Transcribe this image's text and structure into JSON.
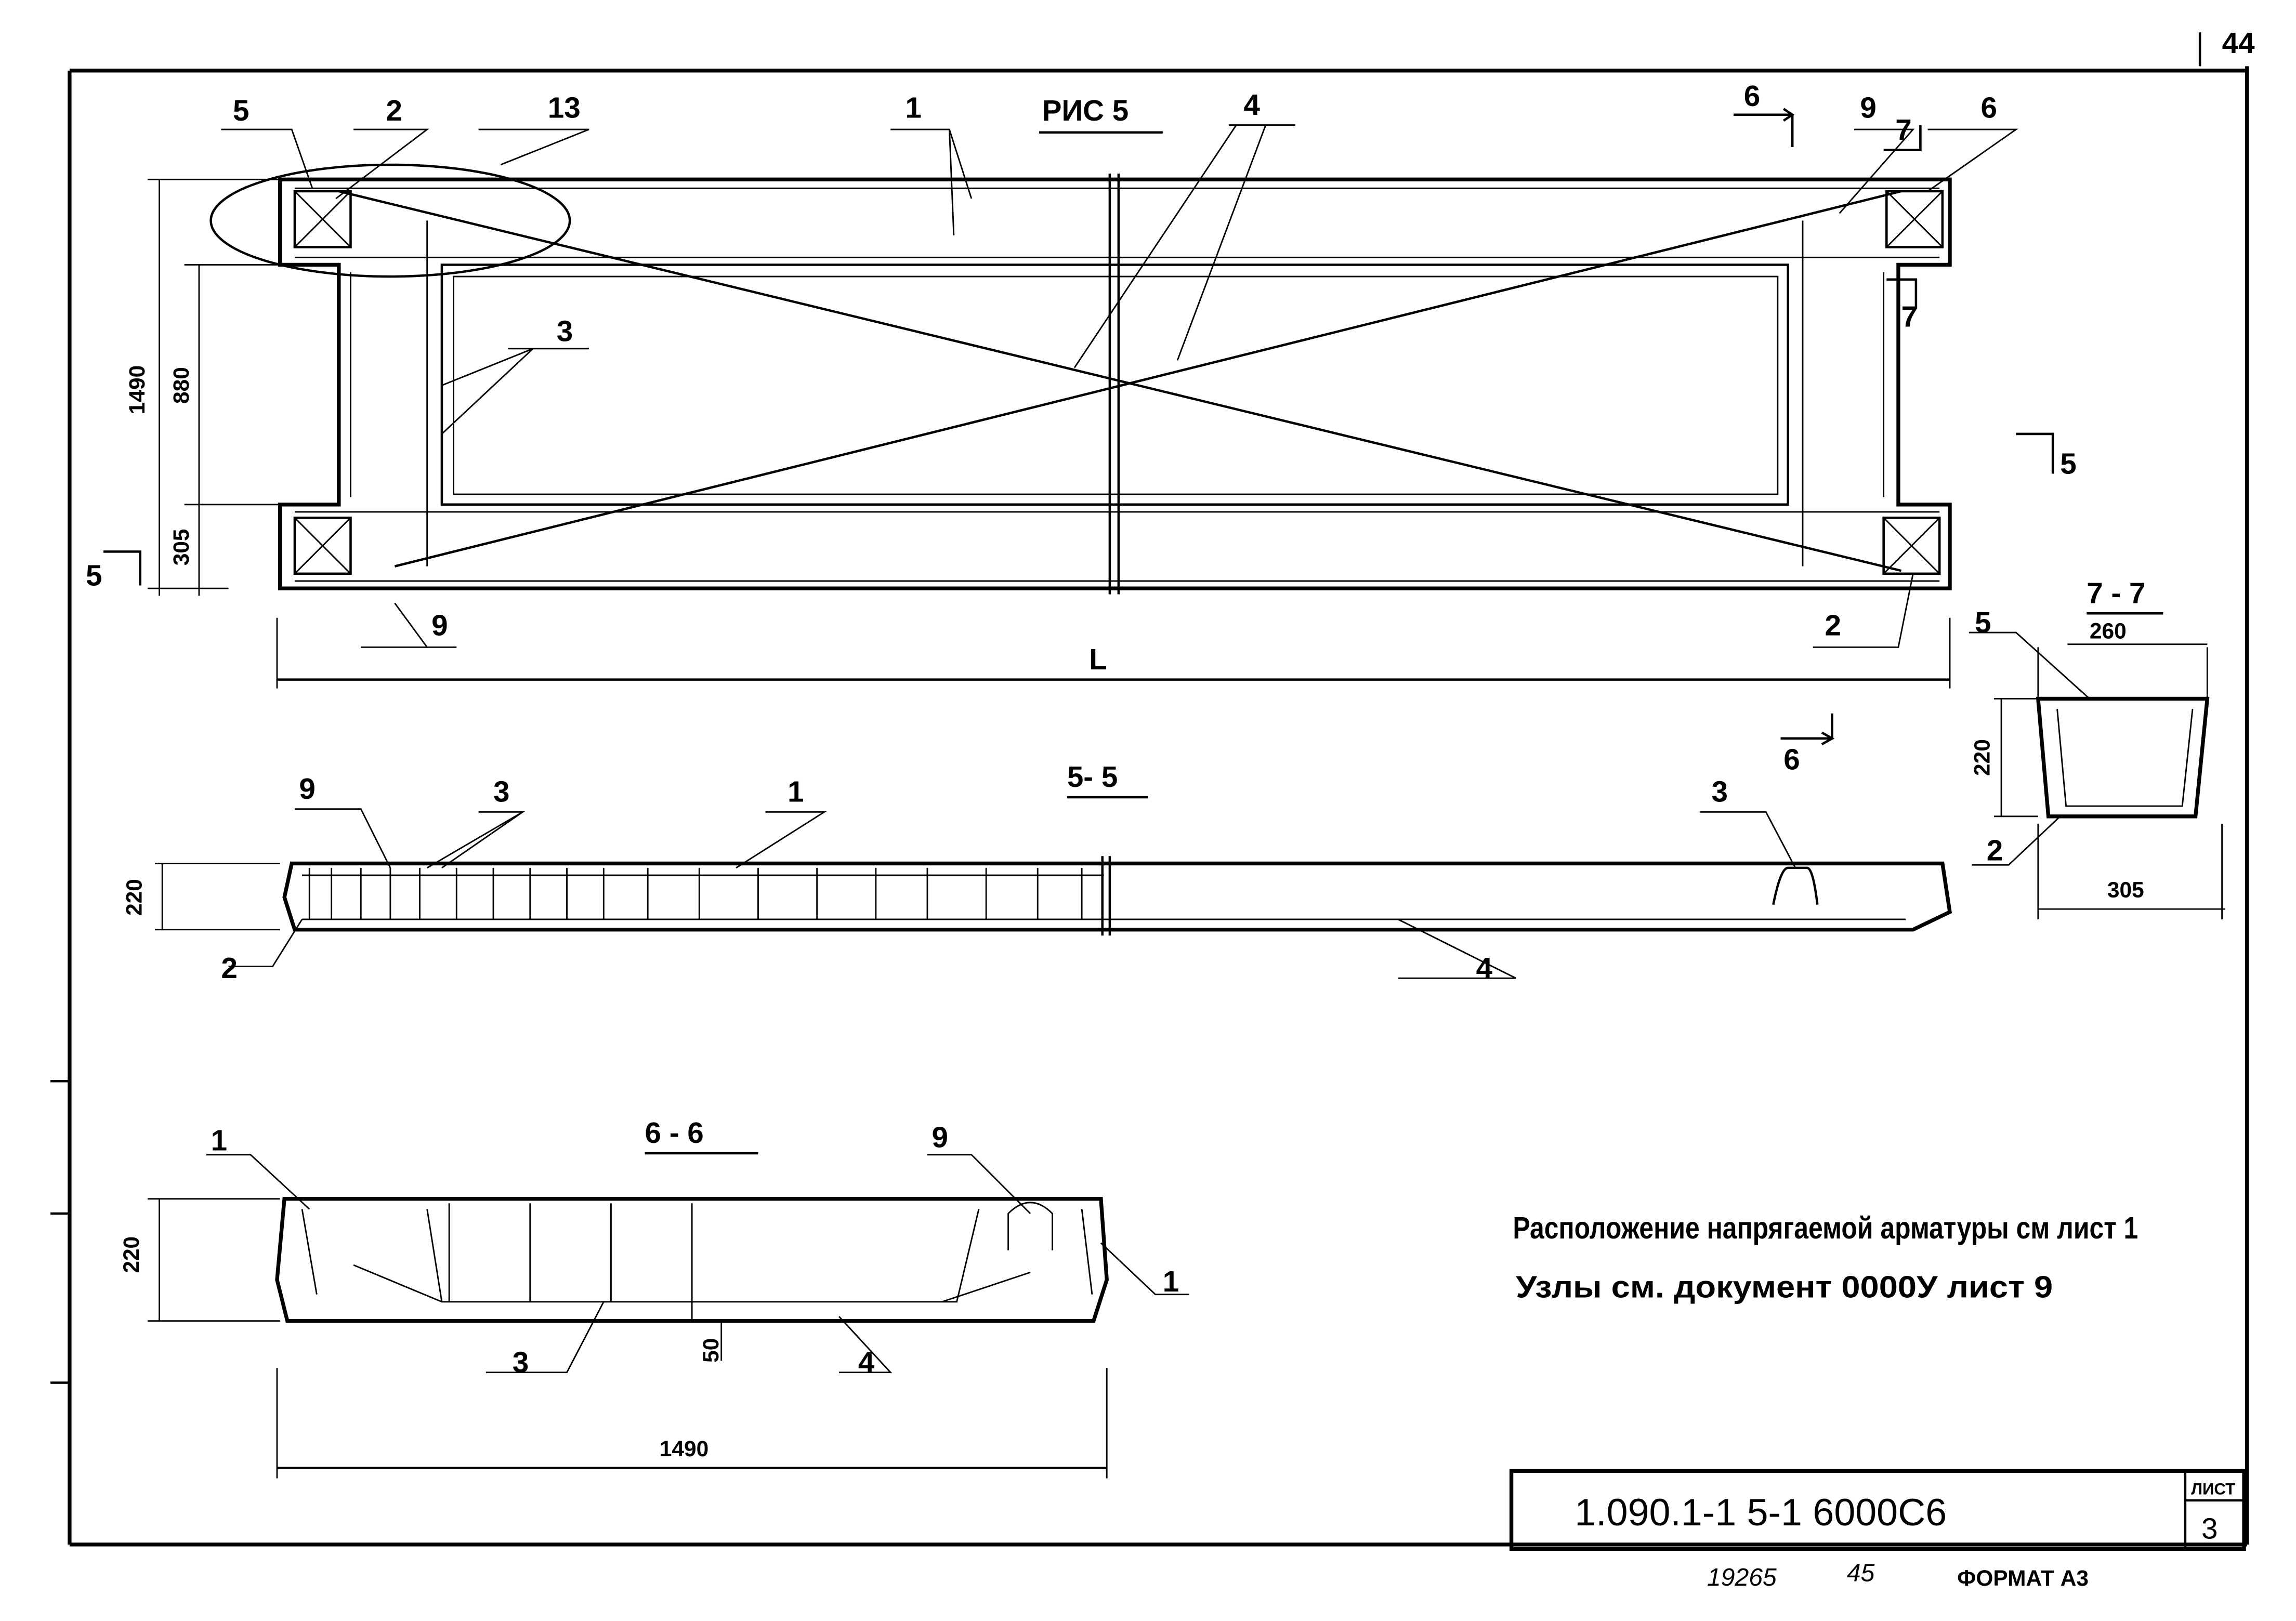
{
  "sheet": {
    "page_number": "44",
    "figure_title": "РИС 5"
  },
  "plan": {
    "labels": {
      "p5": "5",
      "p2": "2",
      "p13": "13",
      "p1": "1",
      "p4": "4",
      "p6a": "6",
      "p9": "9",
      "p7a": "7",
      "p6b": "6",
      "p7b": "7",
      "p5r": "5",
      "p5l": "5",
      "p3": "3",
      "p9b": "9",
      "p2b": "2"
    },
    "dims": {
      "h_total": "1490",
      "h_mid": "880",
      "h_bot": "305",
      "length": "L"
    }
  },
  "section_5_5": {
    "title": "5- 5",
    "labels": {
      "p9": "9",
      "p3a": "3",
      "p1": "1",
      "p3b": "3",
      "p2": "2",
      "p4": "4",
      "p6": "6"
    },
    "dims": {
      "height": "220"
    }
  },
  "section_7_7": {
    "title": "7 - 7",
    "labels": {
      "p5": "5",
      "p2": "2"
    },
    "dims": {
      "top": "260",
      "height": "220",
      "bottom": "305"
    }
  },
  "section_6_6": {
    "title": "6 - 6",
    "labels": {
      "p1a": "1",
      "p9": "9",
      "p1b": "1",
      "p3": "3",
      "p4": "4"
    },
    "dims": {
      "height": "220",
      "cover": "50",
      "width": "1490"
    }
  },
  "notes": [
    "Расположение напрягаемой арматуры см лист 1",
    "Узлы   см. документ  0000У лист 9"
  ],
  "title_block": {
    "code": "1.090.1-1    5-1    6000С6",
    "sheet_label": "ЛИСТ",
    "sheet_number": "3"
  },
  "footer": {
    "order_no": "19265",
    "copy_no": "45",
    "format": "ФОРМАТ А3"
  }
}
